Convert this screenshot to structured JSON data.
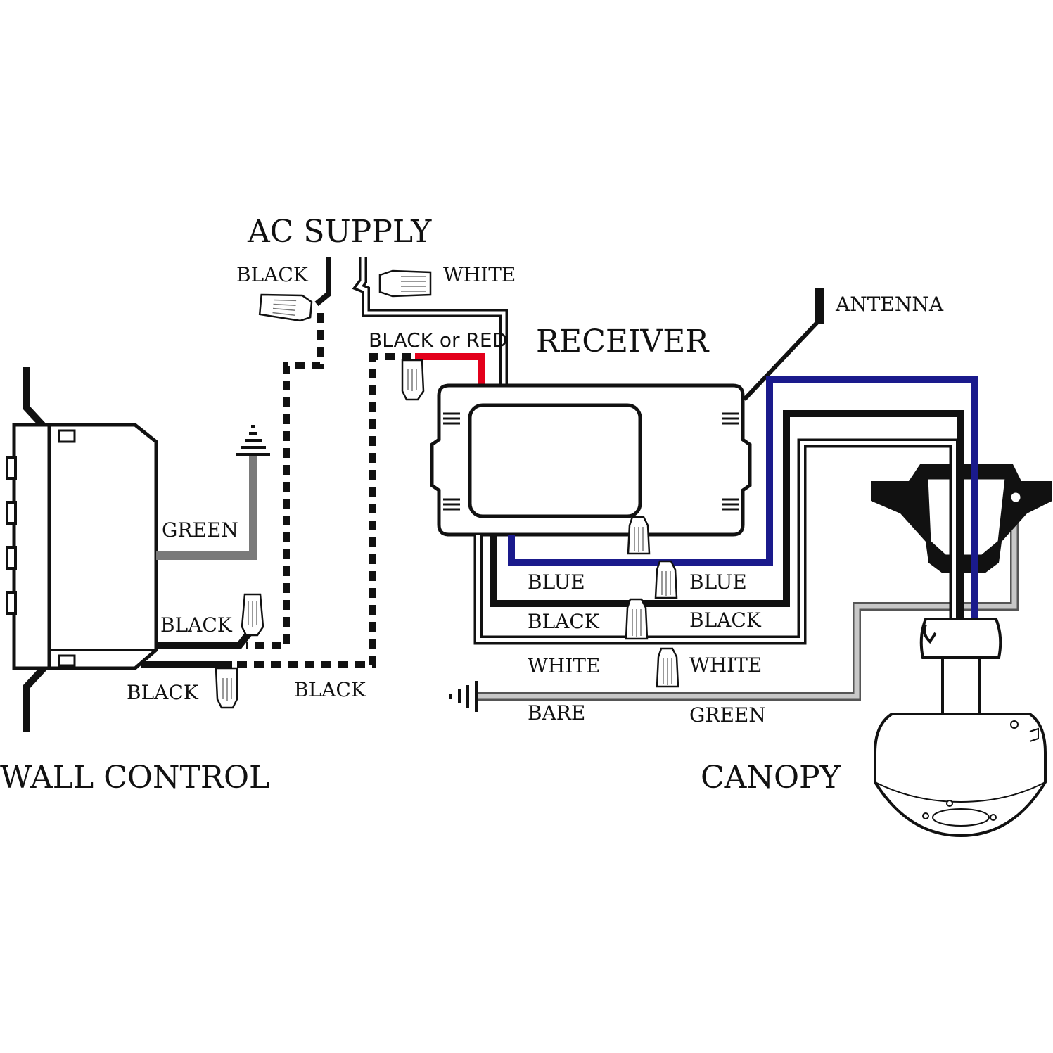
{
  "labels": {
    "ac_supply": "AC SUPPLY",
    "receiver": "RECEIVER",
    "antenna": "ANTENNA",
    "wall_control": "WALL CONTROL",
    "canopy": "CANOPY",
    "supply_black": "BLACK",
    "supply_white": "WHITE",
    "black_or_red": "BLACK or RED",
    "green_wall": "GREEN",
    "black_wall_upper": "BLACK",
    "black_wall_lower": "BLACK",
    "black_dashed": "BLACK",
    "blue_left": "BLUE",
    "blue_right": "BLUE",
    "black_left": "BLACK",
    "black_right": "BLACK",
    "white_left": "WHITE",
    "white_right": "WHITE",
    "bare": "BARE",
    "green_canopy": "GREEN"
  },
  "colors": {
    "wire_black": "#111111",
    "wire_blue": "#1a1a8c",
    "wire_red": "#e3001b",
    "wire_green_gray": "#7a7a7a",
    "wire_bare": "#bdbdbd",
    "wire_white": "#ffffff"
  }
}
